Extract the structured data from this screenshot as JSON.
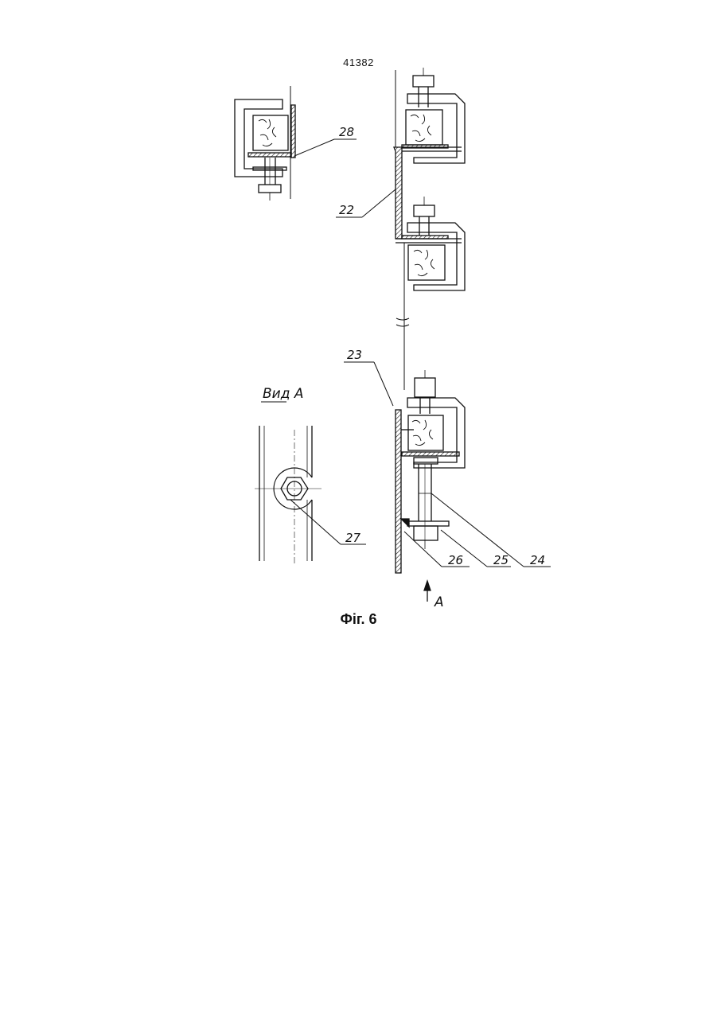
{
  "page_number": "41382",
  "caption": "Фіг. 6",
  "labels": {
    "l28": "28",
    "l22": "22",
    "l23": "23",
    "l24": "24",
    "l25": "25",
    "l26": "26",
    "l27": "27",
    "view_a": "Вид А",
    "arrow_a": "А"
  },
  "colors": {
    "ink": "#111111",
    "paper": "#ffffff"
  }
}
